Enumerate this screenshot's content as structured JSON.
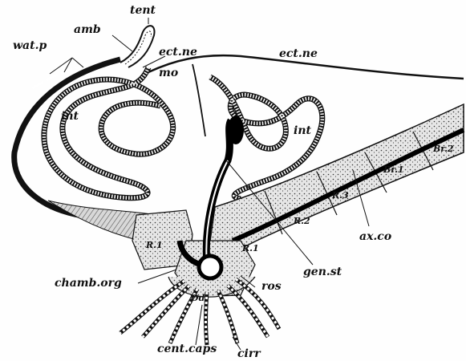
{
  "labels": {
    "tent": "tent",
    "amb": "amb",
    "wat_p": "wat.p",
    "ect_ne_1": "ect.ne",
    "ect_ne_2": "ect.ne",
    "mo": "mo",
    "int_left": "int",
    "int_right": "int",
    "r1_left": "R.1",
    "r1_right": "R.1",
    "r2": "R.2",
    "r3": "R.3",
    "br1": "Br.1",
    "br2": "Br.2",
    "od": "Od",
    "ax_co": "ax.co",
    "gen_st": "gen.st",
    "chamb_org": "chamb.org",
    "ros": "ros",
    "cent_caps": "cent.caps",
    "cirr": "cirr"
  }
}
